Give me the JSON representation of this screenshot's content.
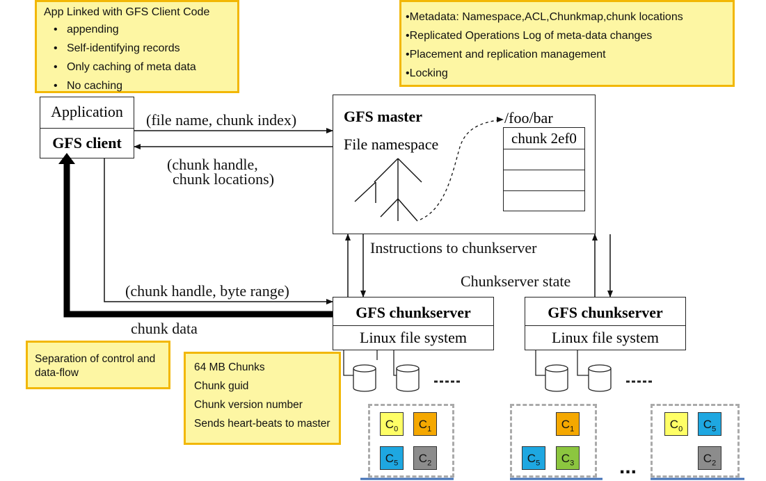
{
  "notes": {
    "client": {
      "title": "App Linked with GFS Client Code",
      "items": [
        "appending",
        "Self-identifying records",
        "Only caching of meta data",
        "No caching"
      ]
    },
    "master": {
      "items": [
        "Metadata: Namespace,ACL,Chunkmap,chunk locations",
        "Replicated Operations Log of meta-data changes",
        "Placement and replication management",
        "Locking"
      ]
    },
    "separation": "Separation of control and data-flow",
    "chunks": [
      "64 MB Chunks",
      "Chunk guid",
      "Chunk version number",
      "Sends heart-beats to master"
    ]
  },
  "diagram": {
    "application": "Application",
    "gfs_client": "GFS client",
    "gfs_master": "GFS master",
    "file_namespace": "File namespace",
    "path": "/foo/bar",
    "chunk_entry": "chunk 2ef0",
    "msg_file_chunk_index": "(file name, chunk index)",
    "msg_chunk_handle": "(chunk handle,",
    "msg_chunk_locations": "chunk locations)",
    "instructions": "Instructions to chunkserver",
    "chunkserver_state": "Chunkserver state",
    "msg_handle_byte_range": "(chunk handle, byte range)",
    "chunk_data": "chunk data",
    "chunkserver1": "GFS chunkserver",
    "chunkserver2": "GFS chunkserver",
    "linux_fs1": "Linux file system",
    "linux_fs2": "Linux file system",
    "ellipsis": "..."
  },
  "chunk_groups": [
    [
      {
        "label": "C",
        "sub": "0",
        "color": "#ffff66"
      },
      {
        "label": "C",
        "sub": "1",
        "color": "#f5a800"
      },
      {
        "label": "C",
        "sub": "5",
        "color": "#1ea7e1"
      },
      {
        "label": "C",
        "sub": "2",
        "color": "#8c8c8c"
      }
    ],
    [
      {
        "label": "C",
        "sub": "1",
        "color": "#f5a800"
      },
      {
        "label": "C",
        "sub": "5",
        "color": "#1ea7e1"
      },
      {
        "label": "C",
        "sub": "3",
        "color": "#8cc63f"
      }
    ],
    [
      {
        "label": "C",
        "sub": "0",
        "color": "#ffff66"
      },
      {
        "label": "C",
        "sub": "5",
        "color": "#1ea7e1"
      },
      {
        "label": "C",
        "sub": "2",
        "color": "#8c8c8c"
      }
    ]
  ],
  "colors": {
    "note_fill": "#fdf6a3",
    "note_border": "#f2b705"
  }
}
